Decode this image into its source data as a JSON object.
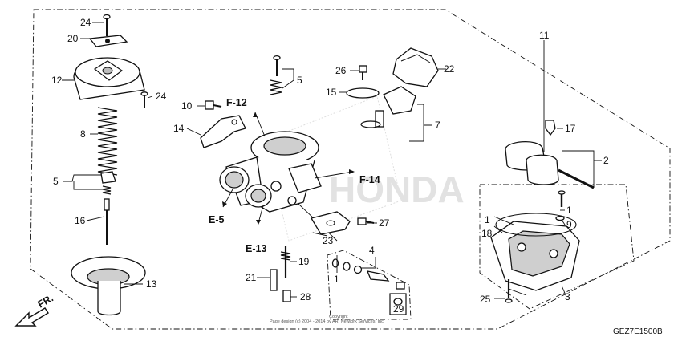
{
  "callouts": {
    "c1a": "1",
    "c1b": "1",
    "c1c": "1",
    "c2": "2",
    "c3": "3",
    "c4": "4",
    "c5a": "5",
    "c5b": "5",
    "c7": "7",
    "c8": "8",
    "c9": "9",
    "c10": "10",
    "c11": "11",
    "c12": "12",
    "c13": "13",
    "c14": "14",
    "c15": "15",
    "c16": "16",
    "c17": "17",
    "c18": "18",
    "c19": "19",
    "c20": "20",
    "c21": "21",
    "c22": "22",
    "c23": "23",
    "c24a": "24",
    "c24b": "24",
    "c25": "25",
    "c26": "26",
    "c27": "27",
    "c28": "28",
    "c29": "29"
  },
  "references": {
    "f12": "F-12",
    "f14": "F-14",
    "e5": "E-5",
    "e13": "E-13"
  },
  "front_label": "FR.",
  "diagram_code": "GEZ7E1500B",
  "copyright_line1": "Copyright",
  "copyright_line2": "Page design (c) 2004 - 2014 by ARI Network Services, Inc.",
  "watermark": "HONDA"
}
